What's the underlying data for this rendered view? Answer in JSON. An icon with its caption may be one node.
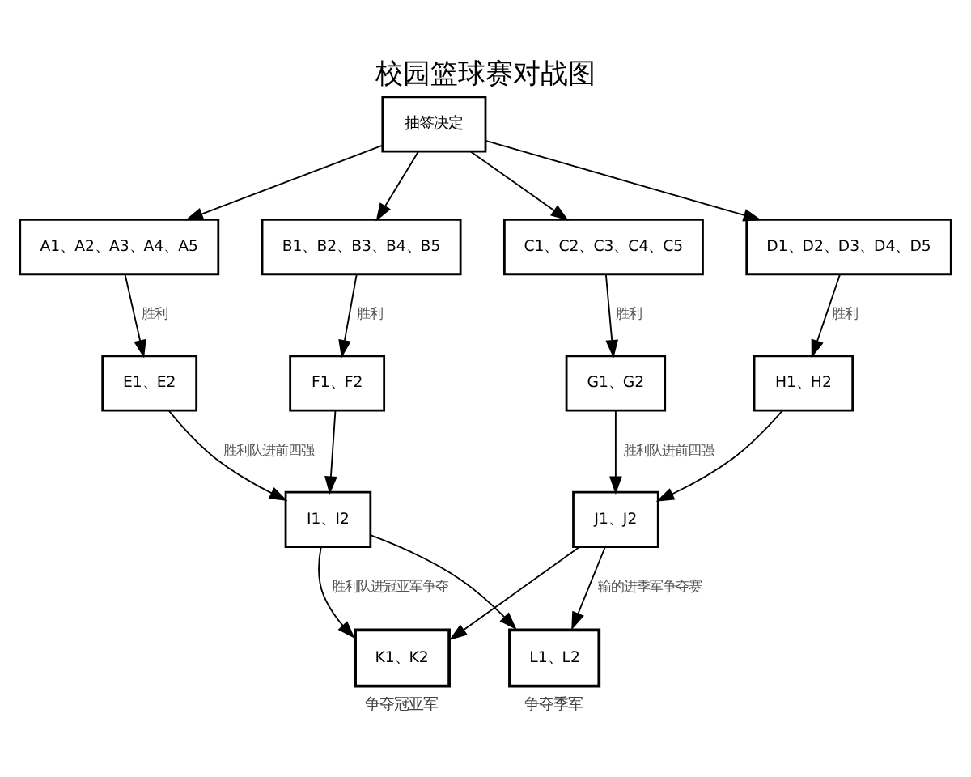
{
  "diagram": {
    "title": "校园篮球赛对战图",
    "nodes": [
      {
        "text": [
          "抽签决定"
        ]
      },
      {
        "text": [
          "A1、A2、A3、A4、A5"
        ]
      },
      {
        "text": [
          "B1、B2、B3、B4、B5"
        ]
      },
      {
        "text": [
          "C1、C2、C3、C4、C5"
        ]
      },
      {
        "text": [
          "D1、D2、D3、D4、D5"
        ]
      },
      {
        "text": [
          "E1、E2"
        ]
      },
      {
        "text": [
          "F1、F2"
        ]
      },
      {
        "text": [
          "G1、G2"
        ]
      },
      {
        "text": [
          "H1、H2"
        ]
      },
      {
        "text": [
          "I1、I2"
        ]
      },
      {
        "text": [
          "J1、J2"
        ]
      },
      {
        "text": [
          "K1、K2"
        ],
        "beside": [
          "争夺冠亚军"
        ]
      },
      {
        "text": [
          "L1、L2"
        ],
        "beside": [
          "争夺季军"
        ]
      }
    ],
    "edges": [
      {
        "from": 0,
        "to": 1,
        "arrow": "to"
      },
      {
        "from": 0,
        "to": 2,
        "arrow": "to"
      },
      {
        "from": 0,
        "to": 3,
        "arrow": "to"
      },
      {
        "from": 0,
        "to": 4,
        "arrow": "to"
      },
      {
        "from": 1,
        "to": 5,
        "arrow": "to",
        "label": "胜利"
      },
      {
        "from": 2,
        "to": 6,
        "arrow": "to",
        "label": "胜利"
      },
      {
        "from": 3,
        "to": 7,
        "arrow": "to",
        "label": "胜利"
      },
      {
        "from": 4,
        "to": 8,
        "arrow": "to",
        "label": "胜利"
      },
      {
        "from": 5,
        "to": 9,
        "arrow": "to",
        "label": "胜利队进前四强"
      },
      {
        "from": 6,
        "to": 9,
        "arrow": "to"
      },
      {
        "from": 7,
        "to": 10,
        "arrow": "to",
        "label": "胜利队进前四强"
      },
      {
        "from": 8,
        "to": 10,
        "arrow": "to"
      },
      {
        "from": 9,
        "to": 11,
        "arrow": "to",
        "label": "胜利队进冠亚军争夺"
      },
      {
        "from": 10,
        "to": 11,
        "arrow": "to"
      },
      {
        "from": 9,
        "to": 12,
        "arrow": "to"
      },
      {
        "from": 10,
        "to": 12,
        "arrow": "to",
        "label": "输的进季军争夺赛"
      }
    ]
  }
}
